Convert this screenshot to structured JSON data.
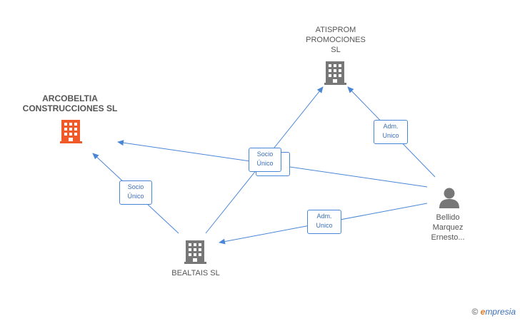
{
  "nodes": {
    "arcobeltia": {
      "lines": [
        "ARCOBELTIA",
        "CONSTRUCCIONES SL"
      ],
      "type": "company",
      "color": "#f05a28"
    },
    "atisprom": {
      "lines": [
        "ATISPROM",
        "PROMOCIONES",
        "SL"
      ],
      "type": "company",
      "color": "#777777"
    },
    "bealtais": {
      "lines": [
        "BEALTAIS SL"
      ],
      "type": "company",
      "color": "#777777"
    },
    "bellido": {
      "lines": [
        "Bellido",
        "Marquez",
        "Ernesto..."
      ],
      "type": "person",
      "color": "#777777"
    }
  },
  "edges": [
    {
      "from": "bellido",
      "to": "arcobeltia",
      "label": [
        "Socio",
        "Único"
      ]
    },
    {
      "from": "bealtais",
      "to": "atisprom",
      "label": [
        "Socio",
        "Único"
      ]
    },
    {
      "from": "bealtais",
      "to": "arcobeltia",
      "label": [
        "Socio",
        "Único"
      ]
    },
    {
      "from": "bellido",
      "to": "atisprom",
      "label": [
        "Adm.",
        "Unico"
      ]
    },
    {
      "from": "bellido",
      "to": "bealtais",
      "label": [
        "Adm.",
        "Unico"
      ]
    }
  ],
  "colors": {
    "edge": "#4a86d6",
    "main_company": "#f05a28",
    "company": "#777777"
  },
  "brand": {
    "copyright": "©",
    "e": "e",
    "rest": "mpresia"
  }
}
